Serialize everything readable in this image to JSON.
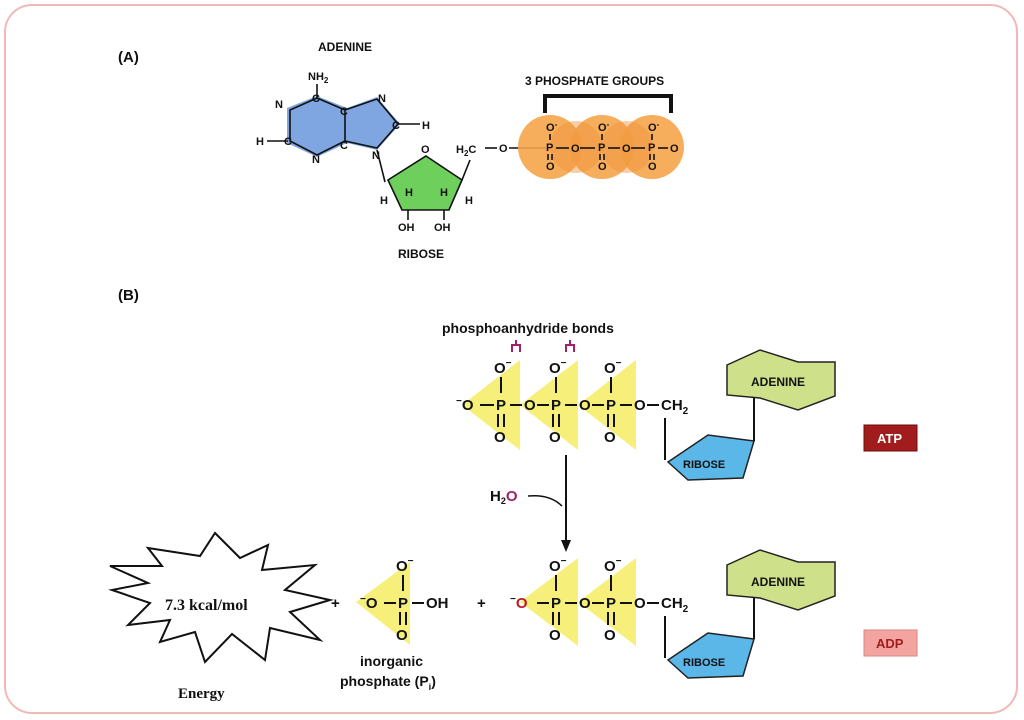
{
  "partA": {
    "label": "(A)",
    "adenine_label": "ADENINE",
    "ribose_label": "RIBOSE",
    "phosphate_groups_label": "3 PHOSPHATE GROUPS",
    "atoms": {
      "nh2": "NH",
      "nh2_sub": "2",
      "n": "N",
      "c": "C",
      "h": "H",
      "o": "O",
      "oh": "OH",
      "o_minus": "O",
      "o_minus_sup": "-",
      "p": "P",
      "h2c": "H",
      "h2c_sub": "2",
      "h2c_c": "C"
    },
    "colors": {
      "adenine": "#7fa6e0",
      "ribose": "#6fcf5c",
      "phosphate": "#f5a54a"
    }
  },
  "partB": {
    "label": "(B)",
    "bonds_label": "phosphoanhydride bonds",
    "adenine_label": "ADENINE",
    "ribose_label": "RIBOSE",
    "atp_badge": "ATP",
    "adp_badge": "ADP",
    "water": "H",
    "water_sub": "2",
    "water_o": "O",
    "energy_value": "7.3 kcal/mol",
    "energy_label": "Energy",
    "plus": "+",
    "pi_label_line1": "inorganic",
    "pi_label_line2": "phosphate (P",
    "pi_label_sub": "i",
    "pi_label_end": ")",
    "atoms": {
      "o": "O",
      "o_minus": "O",
      "minus": "−",
      "p": "P",
      "oh": "OH",
      "ch2": "CH",
      "ch2_sub": "2"
    },
    "colors": {
      "adenine": "#cfe08a",
      "ribose": "#5ab7e8",
      "phosphate": "#f6f07a",
      "atp": "#a11c1c",
      "adp": "#f4a4a0",
      "bond_marker": "#a0226b",
      "red_o": "#c0182a"
    }
  }
}
